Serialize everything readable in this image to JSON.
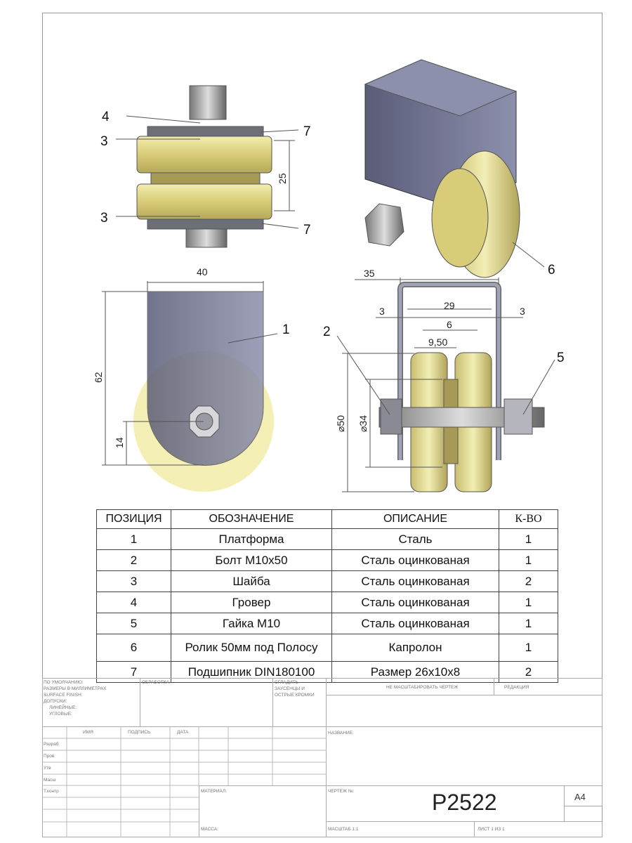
{
  "callouts": {
    "c1": "1",
    "c2": "2",
    "c3a": "3",
    "c3b": "3",
    "c4": "4",
    "c5": "5",
    "c6": "6",
    "c7a": "7",
    "c7b": "7"
  },
  "dimensions": {
    "d25": "25",
    "d40": "40",
    "d62": "62",
    "d14": "14",
    "d35": "35",
    "d29": "29",
    "d3a": "3",
    "d3b": "3",
    "d6": "6",
    "d950": "9,50",
    "d50": "⌀50",
    "d34": "⌀34"
  },
  "bom": {
    "headers": [
      "ПОЗИЦИЯ",
      "ОБОЗНАЧЕНИЕ",
      "ОПИСАНИЕ",
      "К-ВО"
    ],
    "rows": [
      [
        "1",
        "Платформа",
        "Сталь",
        "1"
      ],
      [
        "2",
        "Болт М10х50",
        "Сталь оцинкованая",
        "1"
      ],
      [
        "3",
        "Шайба",
        "Сталь оцинкованая",
        "2"
      ],
      [
        "4",
        "Гровер",
        "Сталь оцинкованая",
        "1"
      ],
      [
        "5",
        "Гайка М10",
        "Сталь оцинкованая",
        "1"
      ],
      [
        "6",
        "Ролик 50мм под Полосу",
        "Капролон",
        "1"
      ],
      [
        "7",
        "Подшипник DIN180100",
        "Размер 26х10х8",
        "2"
      ]
    ]
  },
  "title_block": {
    "defaults": "ПО УМОЛЧАНИЮ:",
    "units": "РАЗМЕРЫ В МИЛЛИМЕТРАХ",
    "finish": "SURFACE FINISH:",
    "tolerances": "ДОПУСКИ:",
    "linear": "ЛИНЕЙНЫЕ:",
    "angular": "УГЛОВЫЕ:",
    "processing": "ОБРАБОТКА:",
    "deburr": "СГЛАДИТЬ ЗАУСЕНЦЫ И ОСТРЫЕ КРОМКИ",
    "no_scale": "НЕ МАСШТАБИРОВАТЬ ЧЕРТЕЖ",
    "revision": "РЕДАКЦИЯ",
    "name_col": "ИМЯ",
    "signature_col": "ПОДПИСЬ",
    "date_col": "ДАТА",
    "roles": [
      "Разраб",
      "Пров",
      "Утв",
      "Масш",
      "Т.контр"
    ],
    "title_label": "НАЗВАНИЕ:",
    "material": "МАТЕРИАЛ:",
    "drawing_no_label": "ЧЕРТЕЖ №:",
    "drawing_no": "P2522",
    "size": "A4",
    "mass": "МАССА:",
    "scale": "МАСШТАБ 1:1",
    "sheet": "ЛИСТ 1 ИЗ 1"
  }
}
